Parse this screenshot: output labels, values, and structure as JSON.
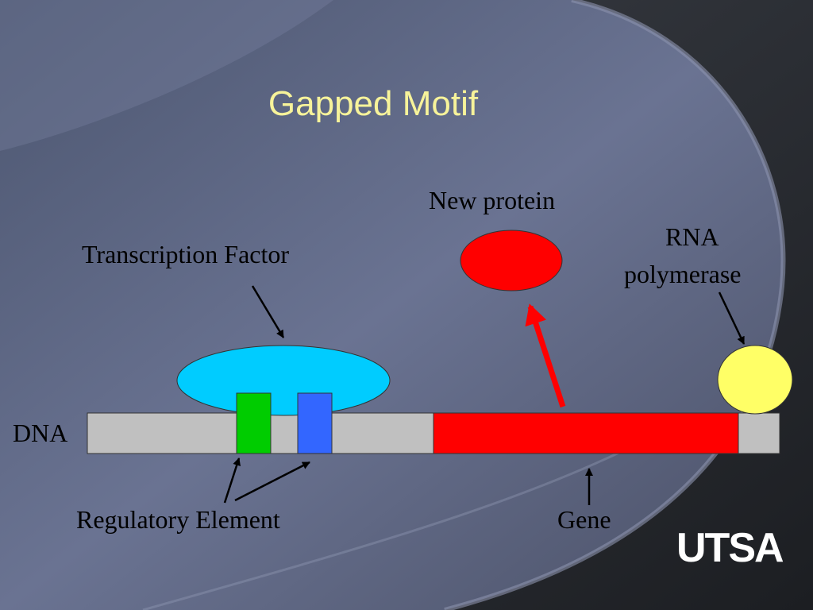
{
  "slide": {
    "title": "Gapped Motif",
    "logo_text": "UTSA"
  },
  "labels": {
    "new_protein": "New protein",
    "rna_polymerase_line1": "RNA",
    "rna_polymerase_line2": "polymerase",
    "transcription_factor": "Transcription Factor",
    "dna": "DNA",
    "regulatory_element": "Regulatory Element",
    "gene": "Gene"
  },
  "colors": {
    "title": "#f7f39a",
    "dna_strand": "#c0c0c0",
    "gene": "#ff0000",
    "transcription_factor": "#00ccff",
    "regulatory_element_left": "#00cc00",
    "regulatory_element_right": "#3366ff",
    "rna_polymerase": "#ffff66",
    "new_protein": "#ff0000",
    "arrow_black": "#000000",
    "arrow_red": "#ff0000"
  }
}
